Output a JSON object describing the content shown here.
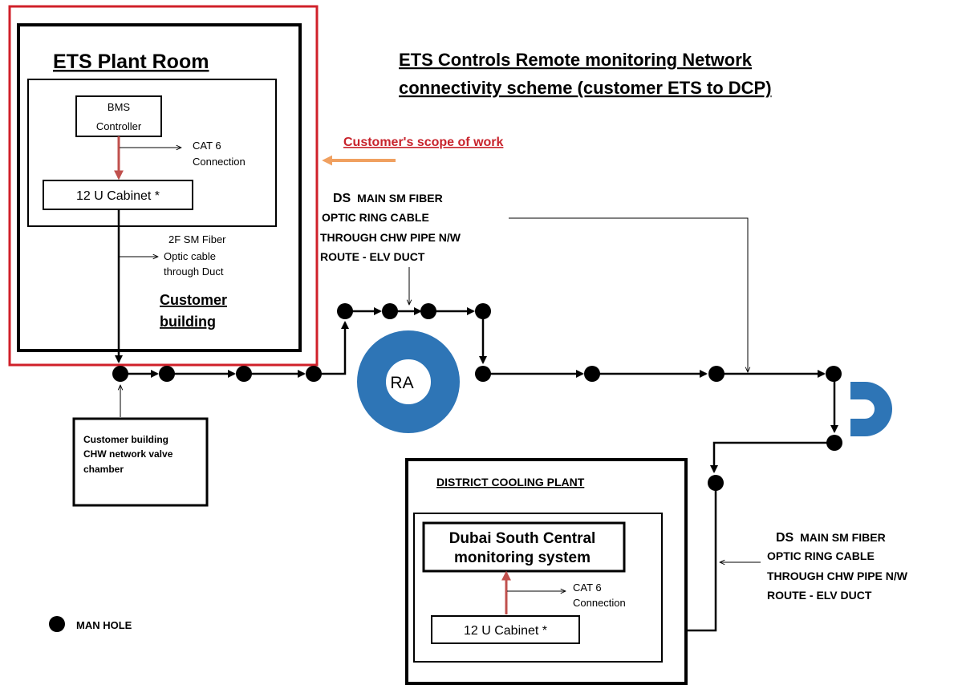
{
  "title": {
    "line1": "ETS Controls Remote monitoring Network",
    "line2": "connectivity scheme (customer ETS to DCP)"
  },
  "plant_room": {
    "title": "ETS Plant Room",
    "bms_line1": "BMS",
    "bms_line2": "Controller",
    "cat6_line1": "CAT 6",
    "cat6_line2": "Connection",
    "cabinet": "12 U Cabinet *",
    "fiber_line1": "2F SM Fiber",
    "fiber_line2": "Optic cable",
    "fiber_line3": "through Duct",
    "building_line1": "Customer",
    "building_line2": "building"
  },
  "scope_label": "Customer's scope of work",
  "ring_cable_top": {
    "prefix": "DS",
    "line1_rest": "MAIN SM FIBER",
    "line2": "OPTIC RING CABLE",
    "line3": "THROUGH CHW PIPE N/W",
    "line4": "ROUTE - ELV DUCT"
  },
  "ring_cable_bottom": {
    "prefix": "DS",
    "line1_rest": "MAIN SM FIBER",
    "line2": "OPTIC RING CABLE",
    "line3": "THROUGH CHW PIPE N/W",
    "line4": "ROUTE - ELV DUCT"
  },
  "roundabout_label": "RA",
  "valve_chamber": {
    "line1": "Customer building",
    "line2": "CHW network valve",
    "line3": "chamber"
  },
  "dcp": {
    "title": "DISTRICT COOLING PLANT",
    "monitor_line1": "Dubai South Central",
    "monitor_line2": "monitoring system",
    "cat6_line1": "CAT 6",
    "cat6_line2": "Connection",
    "cabinet": "12 U Cabinet *"
  },
  "legend": {
    "manhole": "MAN HOLE"
  },
  "colors": {
    "scope_border": "#d0202a",
    "scope_text": "#c8232c",
    "scope_arrow": "#f0a060",
    "red_arrow": "#c0504d",
    "ring_blue": "#2e75b6"
  }
}
